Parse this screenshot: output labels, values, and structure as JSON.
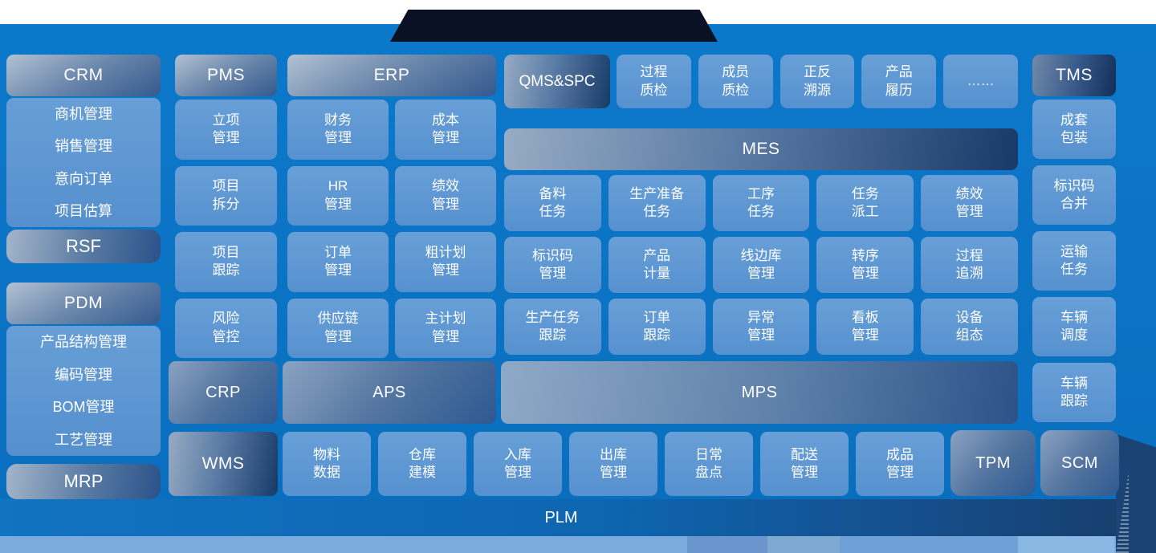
{
  "crm": {
    "header": "CRM",
    "items": [
      "商机管理",
      "销售管理",
      "意向订单",
      "项目估算"
    ],
    "footer": "RSF"
  },
  "pdm": {
    "header": "PDM",
    "items": [
      "产品结构管理",
      "编码管理",
      "BOM管理",
      "工艺管理"
    ],
    "footer": "MRP"
  },
  "pms": {
    "header": "PMS",
    "items": [
      "立项\n管理",
      "项目\n拆分",
      "项目\n跟踪",
      "风险\n管控"
    ]
  },
  "erp": {
    "header": "ERP",
    "items": [
      "财务\n管理",
      "成本\n管理",
      "HR\n管理",
      "绩效\n管理",
      "订单\n管理",
      "粗计划\n管理",
      "供应链\n管理",
      "主计划\n管理"
    ]
  },
  "qms": {
    "header": "QMS&SPC",
    "items": [
      "过程\n质检",
      "成员\n质检",
      "正反\n溯源",
      "产品\n履历",
      "……"
    ]
  },
  "mes": {
    "header": "MES",
    "rows": [
      [
        "备料\n任务",
        "生产准备\n任务",
        "工序\n任务",
        "任务\n派工",
        "绩效\n管理"
      ],
      [
        "标识码\n管理",
        "产品\n计量",
        "线边库\n管理",
        "转序\n管理",
        "过程\n追溯"
      ],
      [
        "生产任务\n跟踪",
        "订单\n跟踪",
        "异常\n管理",
        "看板\n管理",
        "设备\n组态"
      ]
    ]
  },
  "tms": {
    "header": "TMS",
    "items": [
      "成套\n包装",
      "标识码\n合并",
      "运输\n任务",
      "车辆\n调度",
      "车辆\n跟踪"
    ]
  },
  "planning": {
    "crp": "CRP",
    "aps": "APS",
    "mps": "MPS"
  },
  "wms": {
    "header": "WMS",
    "items": [
      "物料\n数据",
      "仓库\n建模",
      "入库\n管理",
      "出库\n管理",
      "日常\n盘点",
      "配送\n管理",
      "成品\n管理"
    ]
  },
  "tpm": {
    "label": "TPM"
  },
  "scm": {
    "label": "SCM"
  },
  "plm": {
    "label": "PLM"
  },
  "colors": {
    "background": "#0b72c3",
    "item_box": "#5e98d3",
    "header_dark": "#1d4679",
    "arrow_navy": "#1b4474",
    "text": "#ffffff"
  }
}
